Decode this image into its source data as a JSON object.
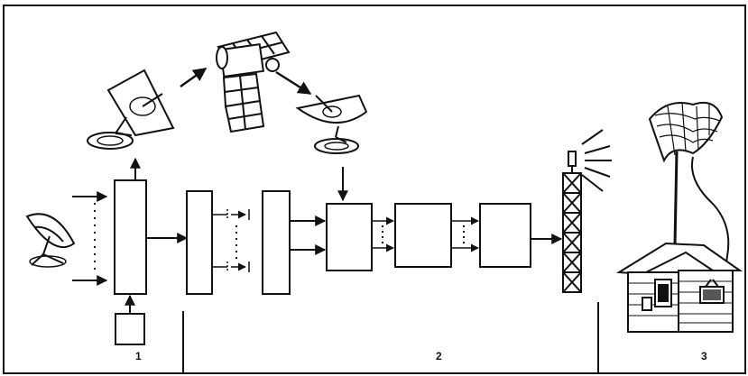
{
  "sections": [
    {
      "id": "1",
      "label": "1"
    },
    {
      "id": "2",
      "label": "2"
    },
    {
      "id": "3",
      "label": "3"
    }
  ],
  "colors": {
    "ink": "#111111",
    "background": "#ffffff"
  },
  "icons": [
    "dish-antenna-icon",
    "satellite-icon",
    "ground-station-dish-icon",
    "transmitter-tower-icon",
    "house-icon",
    "rooftop-receiver-dish-icon"
  ]
}
